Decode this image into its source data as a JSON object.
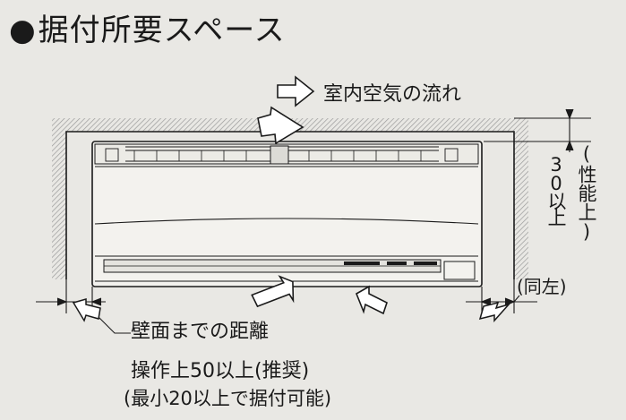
{
  "header": {
    "bullet": "●",
    "title": "据付所要スペース"
  },
  "airflow": {
    "label": "室内空気の流れ"
  },
  "top_clearance": {
    "value": "30以上",
    "note": "(性能上)"
  },
  "right_clearance": {
    "note": "(同左)"
  },
  "wall_distance": {
    "title": "壁面までの距離",
    "line1": "操作上50以上(推奨)",
    "line2": "(最小20以上で据付可能)"
  },
  "colors": {
    "background": "#e9e8e4",
    "ink": "#1a1a1a",
    "hatch": "#9a9a9a"
  }
}
